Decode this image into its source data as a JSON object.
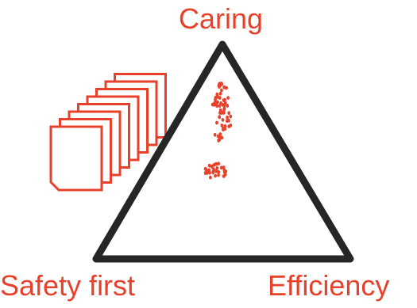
{
  "diagram": {
    "labels": {
      "top": "Caring",
      "bottom_left": "Safety first",
      "bottom_right": "Efficiency"
    },
    "colors": {
      "accent": "#e8412b",
      "triangle_stroke": "#262626"
    },
    "icons": {
      "document_stack": "stacked-pages-icon",
      "center_marks": "dotted-exclamation-icon"
    }
  }
}
